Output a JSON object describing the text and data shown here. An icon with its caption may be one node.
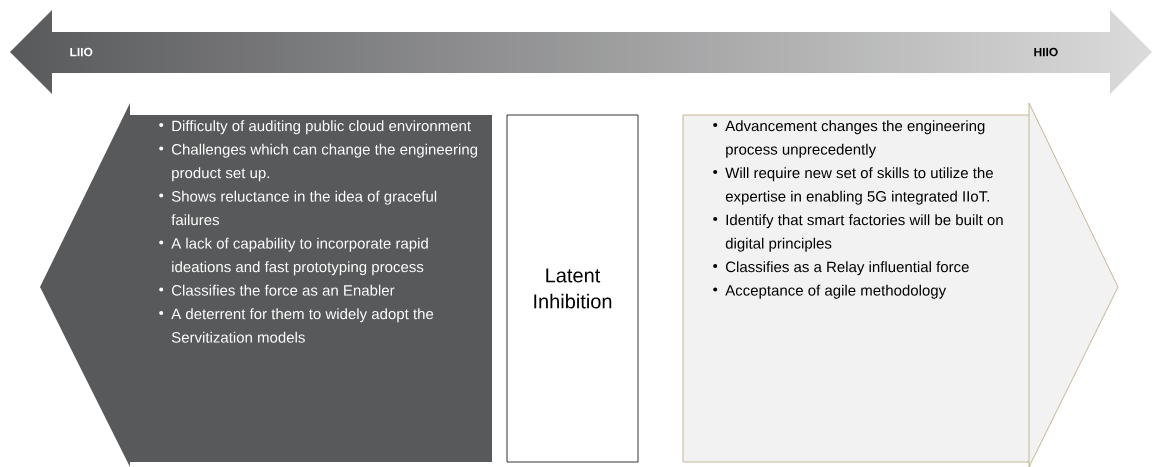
{
  "diagram": {
    "nodes": [
      {
        "text": [
          "LIIO",
          "HIIO"
        ]
      },
      {
        "text": [
          "Difficulty of auditing public cloud environment",
          "Challenges which can change the engineering product set up.",
          "Shows reluctance in the idea of graceful failures",
          "A lack of capability to incorporate rapid ideations and fast prototyping process",
          "Classifies the force as an Enabler",
          "A deterrent for them to widely adopt the Servitization models"
        ]
      },
      {
        "text": [
          "Latent Inhibition"
        ]
      },
      {
        "text": [
          "Advancement changes the engineering process unprecedently",
          "Will require new set of skills to utilize the expertise in enabling 5G integrated IIoT.",
          "Identify that smart factories will be built on digital principles",
          "Classifies as a Relay influential force",
          "Acceptance of agile methodology"
        ]
      }
    ]
  }
}
